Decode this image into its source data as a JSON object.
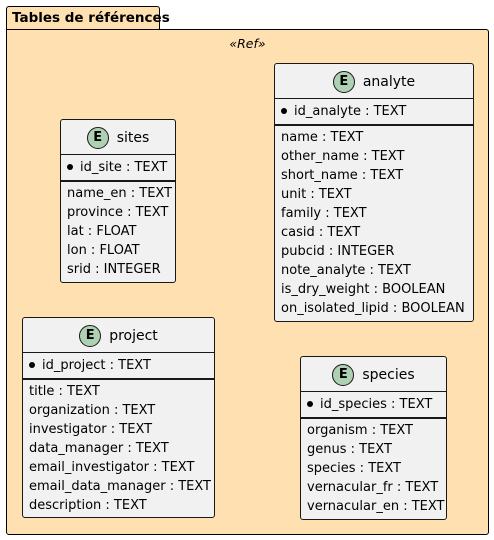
{
  "package": {
    "title": "Tables de références",
    "stereotype": "«Ref»"
  },
  "entities": {
    "sites": {
      "badge": "E",
      "name": "sites",
      "pk": "id_site : TEXT",
      "fields": [
        "name_en : TEXT",
        "province : TEXT",
        "lat : FLOAT",
        "lon : FLOAT",
        "srid : INTEGER"
      ]
    },
    "analyte": {
      "badge": "E",
      "name": "analyte",
      "pk": "id_analyte : TEXT",
      "fields": [
        "name : TEXT",
        "other_name : TEXT",
        "short_name : TEXT",
        "unit : TEXT",
        "family : TEXT",
        "casid : TEXT",
        "pubcid : INTEGER",
        "note_analyte : TEXT",
        "is_dry_weight : BOOLEAN",
        "on_isolated_lipid : BOOLEAN"
      ]
    },
    "project": {
      "badge": "E",
      "name": "project",
      "pk": "id_project : TEXT",
      "fields": [
        "title : TEXT",
        "organization : TEXT",
        "investigator : TEXT",
        "data_manager : TEXT",
        "email_investigator : TEXT",
        "email_data_manager : TEXT",
        "description : TEXT"
      ]
    },
    "species": {
      "badge": "E",
      "name": "species",
      "pk": "id_species : TEXT",
      "fields": [
        "organism : TEXT",
        "genus : TEXT",
        "species : TEXT",
        "vernacular_fr : TEXT",
        "vernacular_en : TEXT"
      ]
    }
  },
  "colors": {
    "package_fill": "#FFE0B0",
    "entity_fill": "#F1F1F1",
    "badge_fill": "#ADD1B2",
    "border": "#181818"
  }
}
